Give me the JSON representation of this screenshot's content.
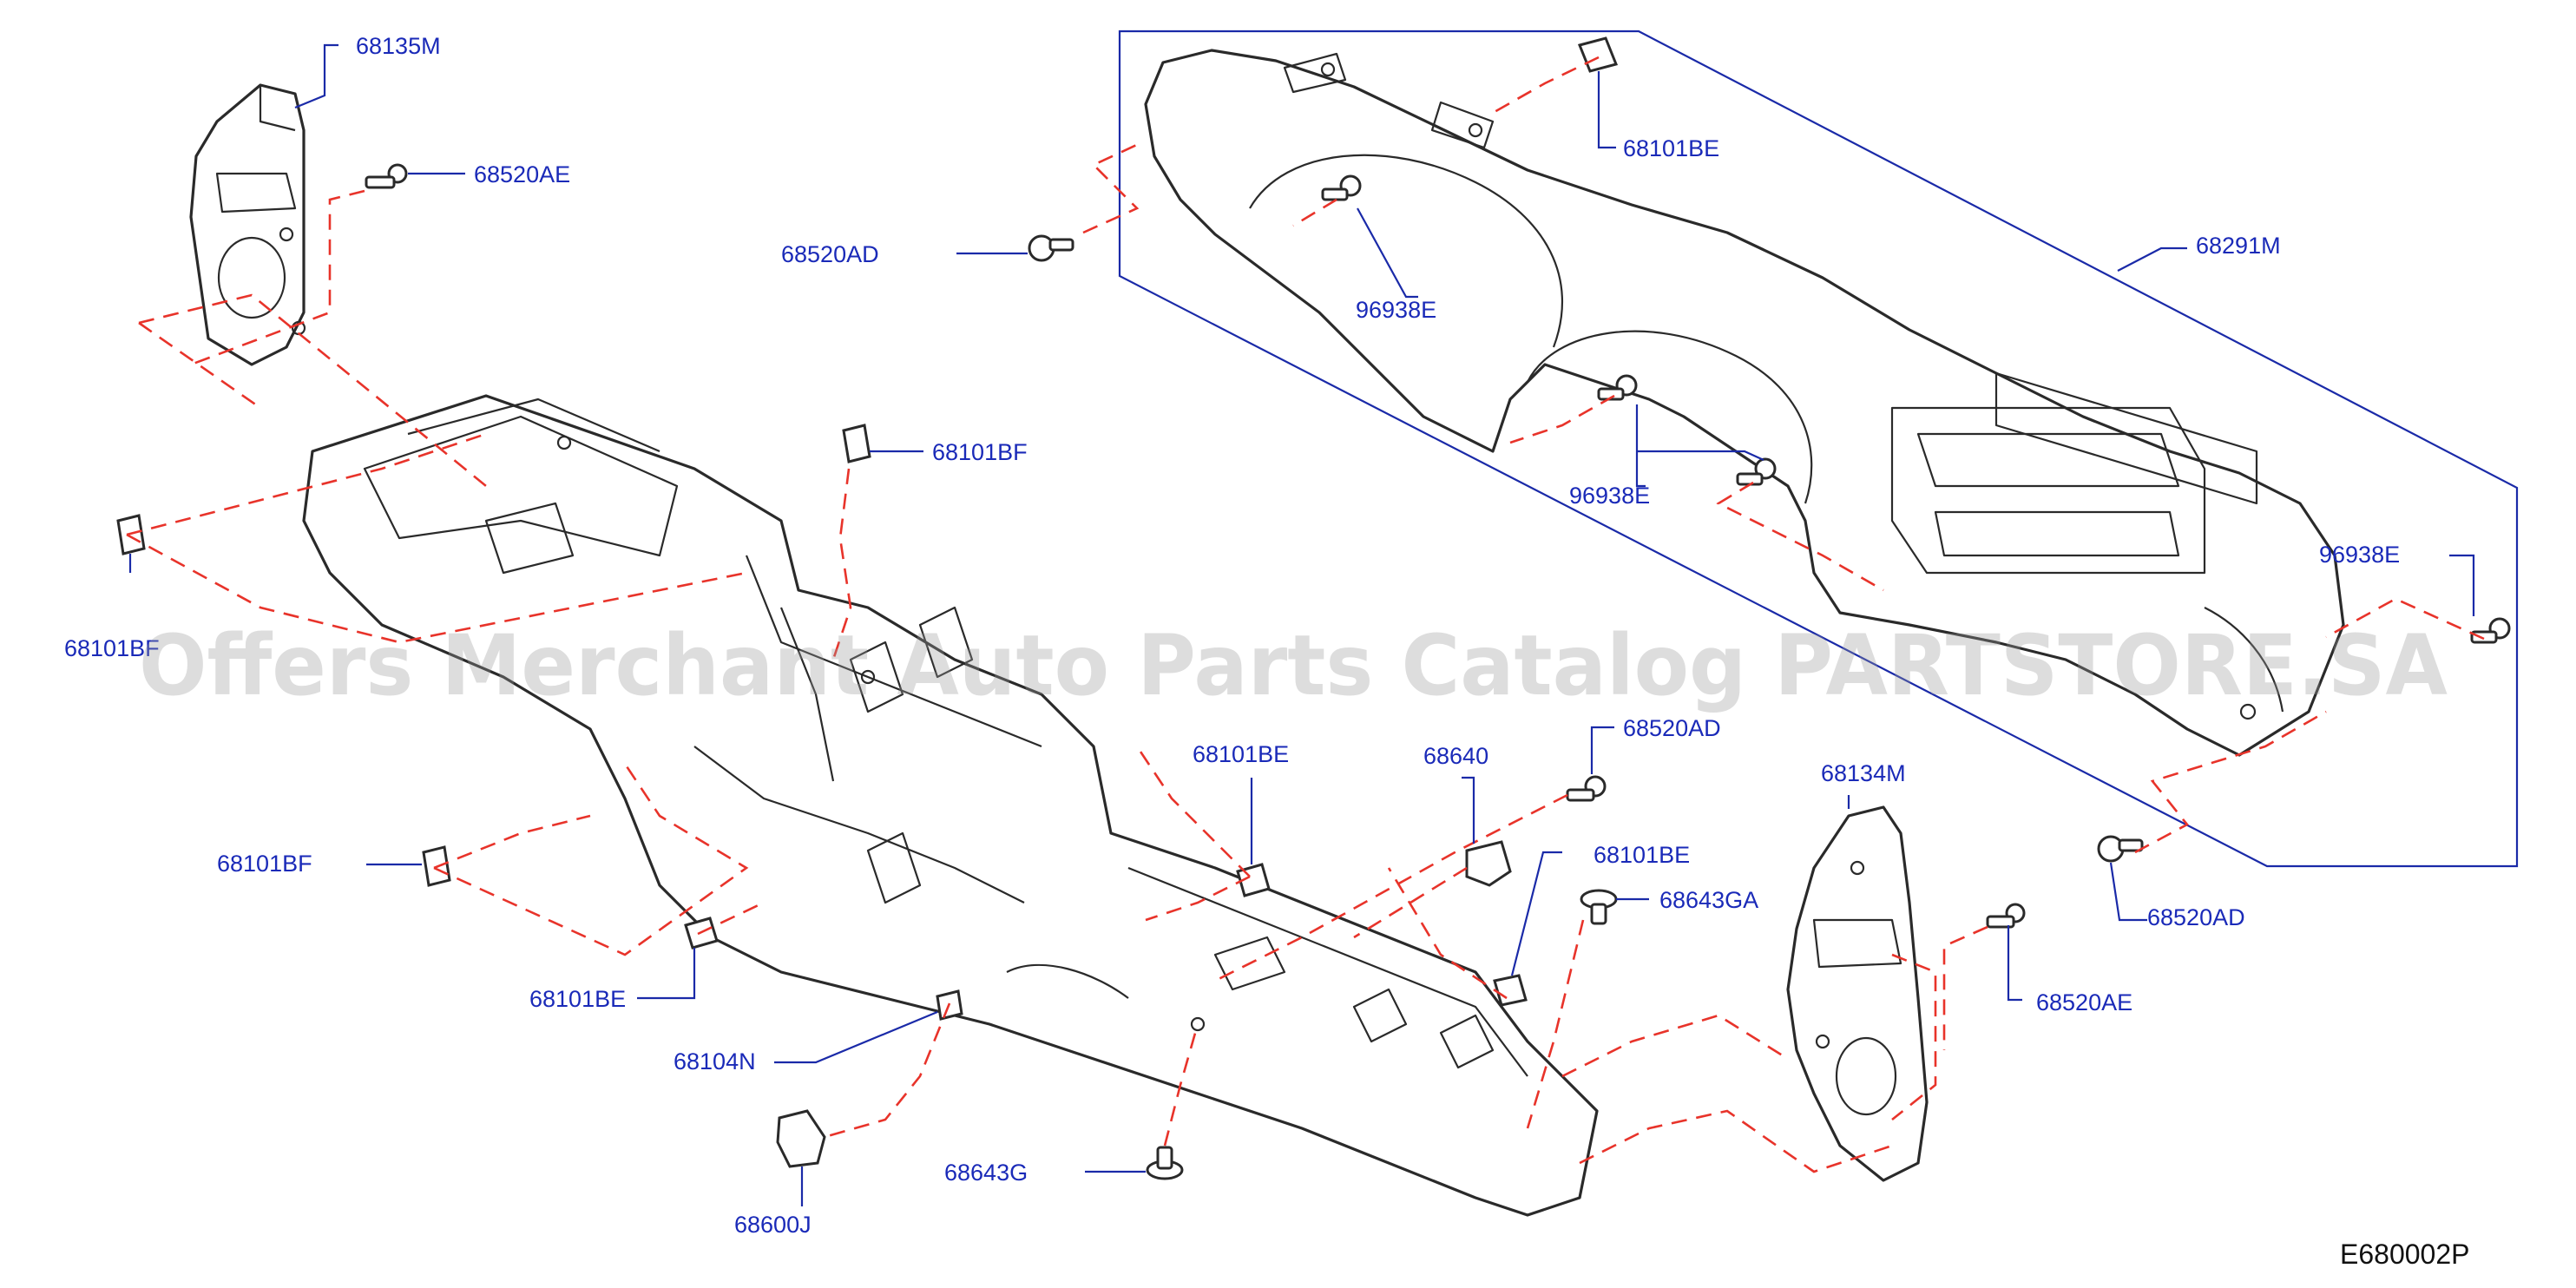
{
  "labels": {
    "l_68135M": "68135M",
    "l_68520AE_top": "68520AE",
    "l_68101BE_top": "68101BE",
    "l_68520AD_top": "68520AD",
    "l_68291M": "68291M",
    "l_96938E_a": "96938E",
    "l_96938E_b": "96938E",
    "l_96938E_c": "96938E",
    "l_68101BF_mid": "68101BF",
    "l_68101BF_left": "68101BF",
    "l_68101BF_lower": "68101BF",
    "l_68101BE_center": "68101BE",
    "l_68640": "68640",
    "l_68520AD_mid": "68520AD",
    "l_68101BE_right": "68101BE",
    "l_68643GA": "68643GA",
    "l_68134M": "68134M",
    "l_68520AD_right": "68520AD",
    "l_68520AE_right": "68520AE",
    "l_68101BE_lower": "68101BE",
    "l_68104N": "68104N",
    "l_68643G": "68643G",
    "l_68600J": "68600J"
  },
  "diagram_code": "E680002P",
  "watermark": "Offers Merchant Auto Parts Catalog PARTSTORE.SA",
  "colors": {
    "label": "#1a2ab8",
    "dashed_line": "#e8332a",
    "outline": "#2a2a2a"
  }
}
